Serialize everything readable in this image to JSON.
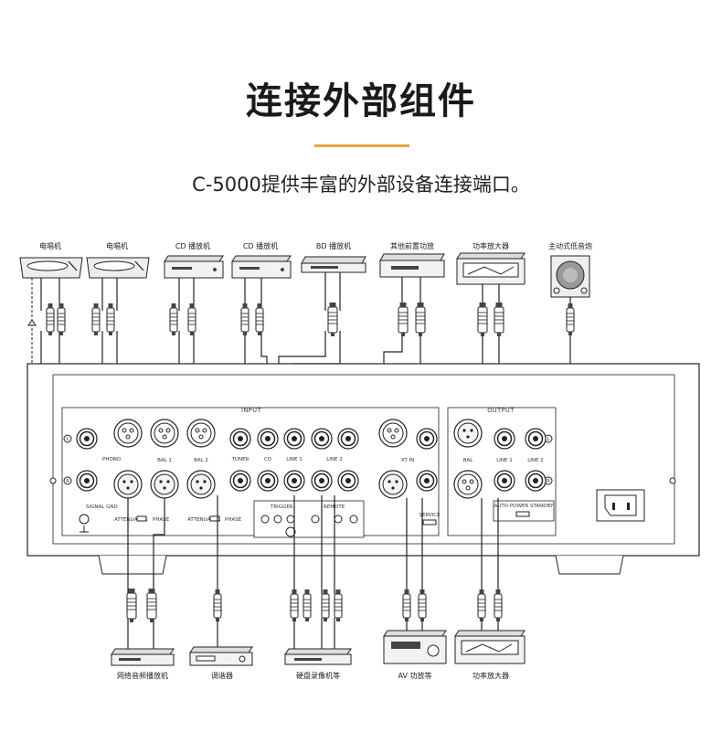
{
  "header": {
    "title": "连接外部组件",
    "subtitle": "C-5000提供丰富的外部设备连接端口。",
    "accent_color": "#e5a443"
  },
  "top_devices": [
    {
      "key": "turntable1",
      "label": "电唱机"
    },
    {
      "key": "turntable2",
      "label": "电唱机"
    },
    {
      "key": "cd1",
      "label": "CD 播放机"
    },
    {
      "key": "cd2",
      "label": "CD 播放机"
    },
    {
      "key": "bd",
      "label": "BD 播放机"
    },
    {
      "key": "preamp",
      "label": "其他前置功放"
    },
    {
      "key": "amp",
      "label": "功率放大器"
    },
    {
      "key": "sub",
      "label": "主动式低音炮"
    }
  ],
  "bottom_devices": [
    {
      "key": "network",
      "label": "网络音频播放机"
    },
    {
      "key": "tuner",
      "label": "调谐器"
    },
    {
      "key": "hdd",
      "label": "硬盘录像机等"
    },
    {
      "key": "av",
      "label": "AV 功放等"
    },
    {
      "key": "amp2",
      "label": "功率放大器"
    }
  ],
  "panel": {
    "input_label": "INPUT",
    "output_label": "OUTPUT",
    "ports": {
      "phono": "PHONO",
      "bal1": "BAL 1",
      "bal2": "BAL 2",
      "tuner": "TUNER",
      "cd": "CD",
      "line1": "LINE 1",
      "line2": "LINE 2",
      "xlr_in": "XT IN",
      "bal_out": "BAL",
      "line1_out": "LINE 1",
      "line2_out": "LINE 2"
    },
    "signal_gnd": "SIGNAL GND",
    "trigger": "TRIGGER",
    "remote": "REMOTE",
    "auto_standby": "AUTO POWER STANDBY",
    "service": "SERVICE",
    "attenuator": "ATTENUATOR",
    "phase": "PHASE",
    "channel_l": "L",
    "channel_r": "R"
  }
}
